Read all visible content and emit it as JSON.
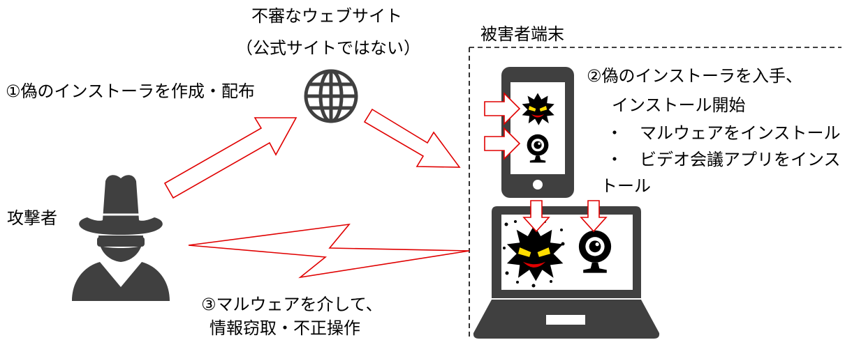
{
  "fake_site": {
    "line1": "不審なウェブサイト",
    "line2": "（公式サイトではない）"
  },
  "victim_zone": {
    "label": "被害者端末"
  },
  "steps": {
    "step1": "①偽のインストーラを作成・配布",
    "step2": {
      "line1": "②偽のインストーラを入手、",
      "line2": "インストール開始",
      "bullet1": "・　マルウェアをインストール",
      "bullet2": "・　ビデオ会議アプリをインス",
      "bullet2_cont": "トール"
    },
    "step3": {
      "line1": "③マルウェアを介して、",
      "line2": "情報窃取・不正操作"
    }
  },
  "attacker": {
    "label": "攻撃者"
  },
  "icons": {
    "globe": "globe-icon",
    "attacker": "hacker-icon",
    "smartphone": "smartphone-icon",
    "laptop": "laptop-icon",
    "malware": "malware-icon",
    "webcam": "webcam-icon"
  },
  "colors": {
    "icon_gray": "#404040",
    "arrow_red": "#e00000",
    "malware_black": "#000000",
    "malware_eyes": "#ffdd00",
    "malware_mouth": "#e00000",
    "boundary": "#000000"
  }
}
